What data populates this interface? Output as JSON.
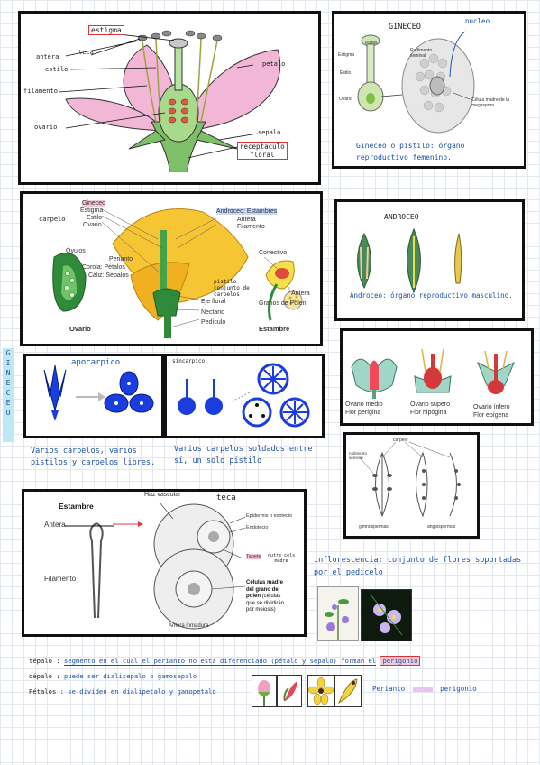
{
  "flower": {
    "estigma": "estigma",
    "teca": "teca",
    "antera": "antera",
    "estilo": "estilo",
    "filamento": "filamento",
    "ovario": "ovario",
    "petalo": "petalo",
    "sepalo": "sepalo",
    "receptaculo": "receptaculo",
    "floral": "floral"
  },
  "gineceo_panel": {
    "title": "GINECEO",
    "nucleo": "nucleo",
    "estigma": "Estigma",
    "estilo": "Estilo",
    "ovario": "Ovario",
    "pistilo": "Pistilo",
    "rudimento": "Rudimento seminal",
    "madre": "Célula madre de la megaspora",
    "caption": "Gineceo o pistilo: órgano reproductivo femenino."
  },
  "yellow_panel": {
    "carpelo": "carpelo",
    "gineceo": "Gineceo",
    "estigma": "Estigma",
    "estilo": "Estilo",
    "ovario": "Ovario",
    "androceo": "Androceo: Estambres",
    "antera": "Antera",
    "filamento": "Filamento",
    "ovulos": "Óvulos",
    "perianto": "Perianto",
    "corola": "Corola: Pétalos",
    "caliz": "Cáliz: Sépalos",
    "pistilo": "pistilo",
    "conjunto": "conjunto de",
    "carpelos": "carpelos",
    "eje": "Eje floral",
    "nectario": "Nectario",
    "pediculo": "Pedículo",
    "conectivo": "Conectivo",
    "antera2": "Antera",
    "granos": "Granos de Polen",
    "ovario_lbl": "Ovario",
    "estambre_lbl": "Estambre"
  },
  "androceo_panel": {
    "title": "ANDROCEO",
    "caption": "Androceo: órgano reproductivo masculino."
  },
  "side_tag": [
    "G",
    "I",
    "N",
    "E",
    "C",
    "E",
    "O"
  ],
  "apocarpico": {
    "title": "apocarpico",
    "caption_line1": "Varios carpelos, varios",
    "caption_line2": "pistilos y carpelos libres."
  },
  "sincarpico": {
    "title": "sincarpico",
    "caption_line1": "Varios carpelos soldados entre",
    "caption_line2": "sí, un solo pistilo"
  },
  "ovario_pos": {
    "medio_a": "Ovario medio",
    "medio_b": "Flor perígina",
    "supero_a": "Ovario súpero",
    "supero_b": "Flor hipógina",
    "infero_a": "Ovario ínfero",
    "infero_b": "Flor epígena"
  },
  "seeds": {
    "carpelo": "carpelo",
    "rudimento": "rudimento seminal",
    "gimno": "gimnospermas",
    "angio": "angiospermas"
  },
  "estambre": {
    "title": "Estambre",
    "antera": "Antera",
    "filamento": "Filamento",
    "haz": "Haz vascular",
    "teca": "teca",
    "epidermis": "Epidermis o exotecio",
    "endotecio": "Endotecio",
    "tapete": "Tapete",
    "tapete_note_1": "nutre cels",
    "tapete_note_2": "madre",
    "celulas_1": "Células madre",
    "celulas_2": "del grano de",
    "celulas_3": "polen",
    "celulas_4": "(células",
    "celulas_5": "que se dividirán",
    "celulas_6": "por meiosis)",
    "inmadura": "Antera inmadura"
  },
  "inflorescencia": {
    "line1": "inflorescencia: conjunto de flores soportadas",
    "line2": "por el pedicelo"
  },
  "notes": {
    "tepalo_k": "tépalo :",
    "tepalo_v": "segmento en el cual el perianto no está diferenciado (pétalo y sépalo) forman el",
    "tepalo_end": "perigonio",
    "dialipetalo_k": "dépalo :",
    "dialipetalo_v": "puede ser dialisepalo o gamosepalo",
    "petalos_k": "Pétalos :",
    "petalos_v": "se dividen en dialipetalo y gamopetalo",
    "perianto": "Perianto",
    "perigonio": "perigonio"
  }
}
